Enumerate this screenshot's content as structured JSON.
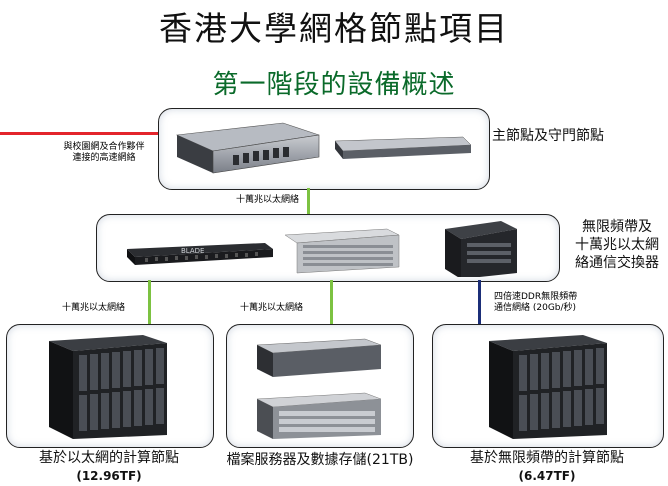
{
  "title": "香港大學網格節點項目",
  "subtitle": "第一階段的設備概述",
  "top_node": {
    "left_note_line1": "與校園網及合作夥伴",
    "left_note_line2": "連接的高速網絡",
    "label": "主節點及守門節點",
    "link_label": "十萬兆以太網絡"
  },
  "switch_tier": {
    "label_line1": "無限頻帶及",
    "label_line2": "十萬兆以太網",
    "label_line3": "絡通信交換器",
    "blade_text": "BLADE"
  },
  "links": {
    "left": "十萬兆以太網絡",
    "middle": "十萬兆以太網絡",
    "right_line1": "四倍速DDR無限頻帶",
    "right_line2": "通信網絡 (20Gb/秒)"
  },
  "bottom": {
    "left_line1": "基於以太網的計算節點",
    "left_line2": "(12.96TF)",
    "middle_line1": "檔案服務器及數據存儲(21TB)",
    "right_line1": "基於無限頻帶的計算節點",
    "right_line2": "(6.47TF)"
  },
  "colors": {
    "ethernet_link": "#7cc241",
    "campus_link": "#e3242b",
    "infiniband_link": "#1b2e78",
    "subtitle": "#0a6a2a"
  }
}
